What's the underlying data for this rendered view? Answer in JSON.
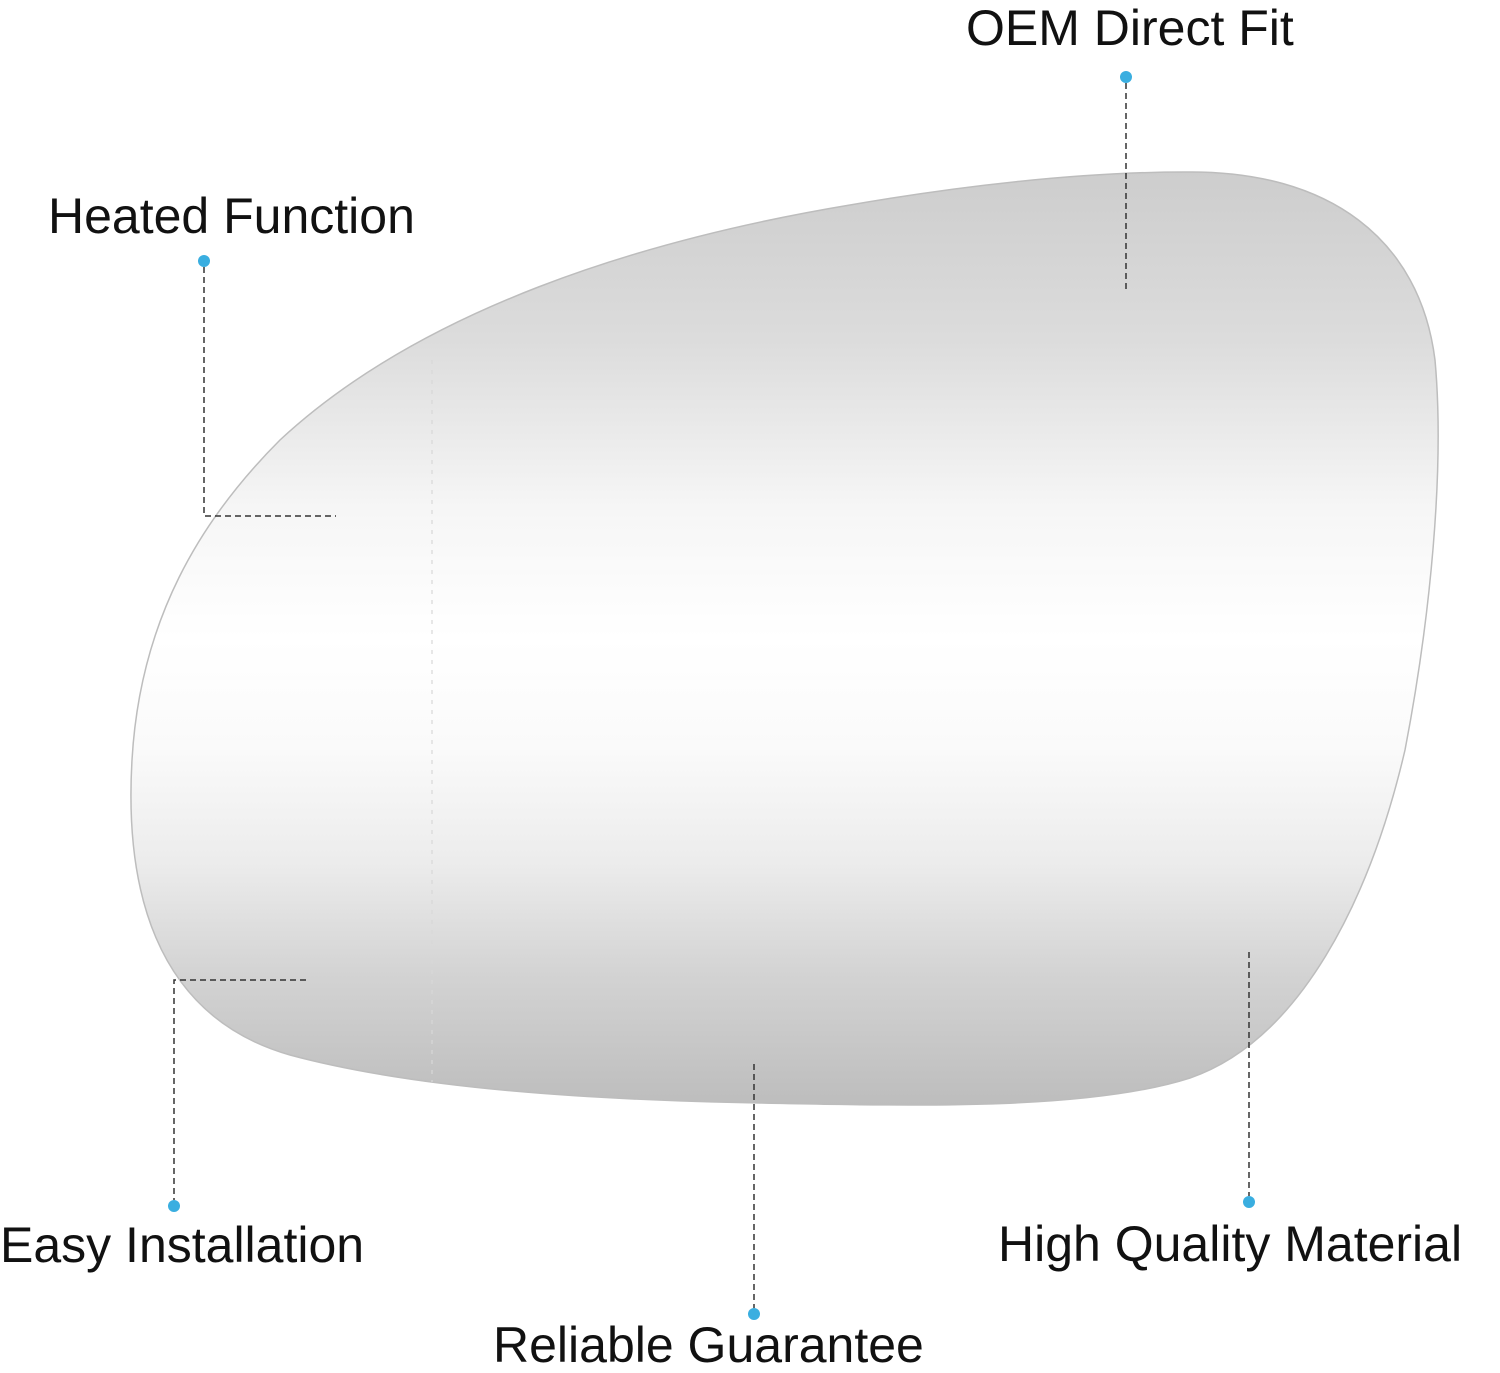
{
  "features": {
    "oem_direct_fit": "OEM Direct Fit",
    "heated_function": "Heated Function",
    "easy_installation": "Easy Installation",
    "high_quality_material": "High Quality Material",
    "reliable_guarantee": "Reliable Guarantee"
  },
  "colors": {
    "accent_dot": "#3aaee0",
    "leader_line": "#333333",
    "label_text": "#111111",
    "glass_edge": "#b8b8b8",
    "glass_dark": "#c4c4c4",
    "glass_light": "#ffffff"
  }
}
